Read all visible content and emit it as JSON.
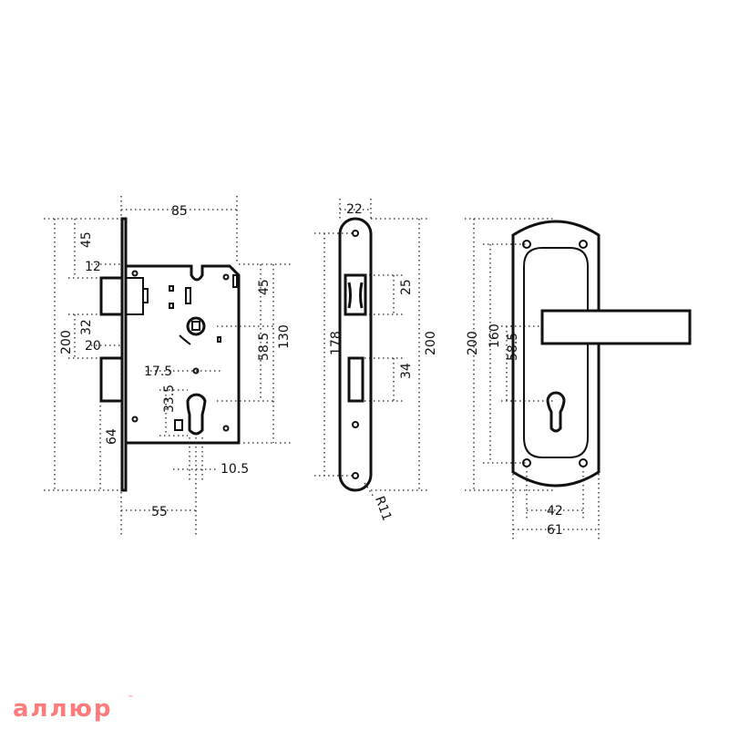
{
  "lock_body": {
    "dims": {
      "backset_top": "85",
      "top_45": "45",
      "dim_12": "12",
      "dim_32": "32",
      "dim_20": "20",
      "height_200": "200",
      "dim_64": "64",
      "dim_55": "55",
      "dim_17_5": "17.5",
      "dim_33_5": "33.5",
      "dim_10_5": "10.5",
      "right_45": "45",
      "dim_58_5": "58.5",
      "dim_130": "130"
    }
  },
  "faceplate": {
    "dims": {
      "width_22": "22",
      "dim_178": "178",
      "dim_25": "25",
      "dim_34": "34",
      "dim_200": "200",
      "radius": "R11"
    }
  },
  "handle": {
    "dims": {
      "dim_200": "200",
      "dim_160": "160",
      "dim_58_5": "58.5",
      "dim_42": "42",
      "dim_61": "61"
    }
  },
  "logo": {
    "text": "аллюр",
    "tm": "™",
    "color": "#ff7b7b"
  }
}
